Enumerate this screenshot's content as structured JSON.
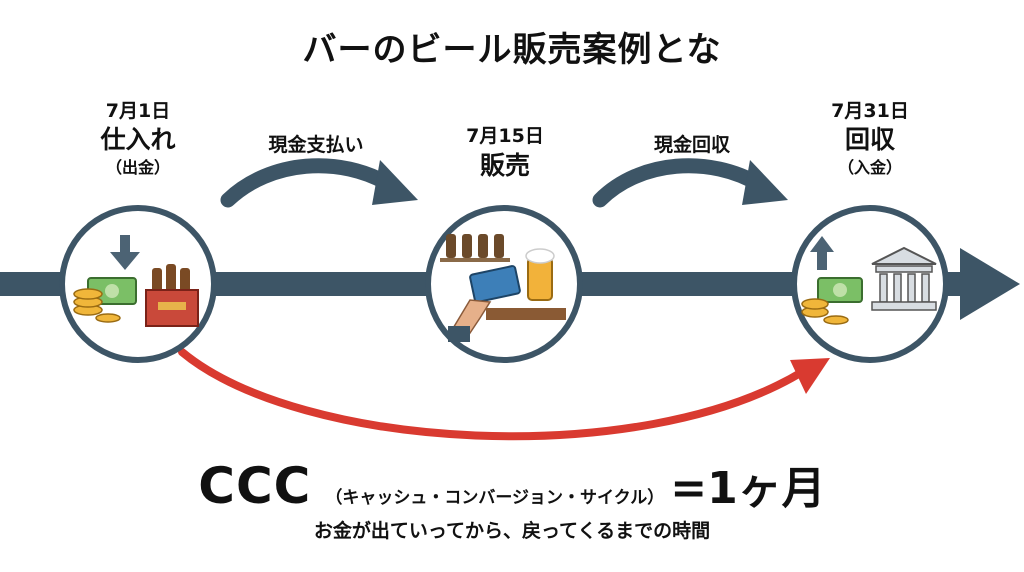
{
  "title": "バーのビール販売案例とな",
  "stages": [
    {
      "date": "7月1日",
      "name": "仕入れ",
      "sub": "（出金）"
    },
    {
      "date": "7月15日",
      "name": "販売",
      "sub": ""
    },
    {
      "date": "7月31日",
      "name": "回収",
      "sub": "（入金）"
    }
  ],
  "arrows": {
    "payment": "現金支払い",
    "collection": "現金回収"
  },
  "icons": {
    "stage1": [
      "down-arrow-icon",
      "money-coins-icon",
      "beer-crate-icon"
    ],
    "stage2": [
      "shelf-bottles-icon",
      "hand-card-icon",
      "beer-glass-icon"
    ],
    "stage3": [
      "up-arrow-icon",
      "money-coins-icon",
      "bank-icon"
    ]
  },
  "ccc": {
    "abbr": "CCC",
    "full": "（キャッシュ・コンバージョン・サイクル）",
    "value": "=1ヶ月"
  },
  "caption": "お金が出ていってから、戻ってくるまでの時間",
  "colors": {
    "timeline": "#3d5566",
    "ccc_arrow": "#d93a30",
    "circle_border": "#3d5566"
  }
}
